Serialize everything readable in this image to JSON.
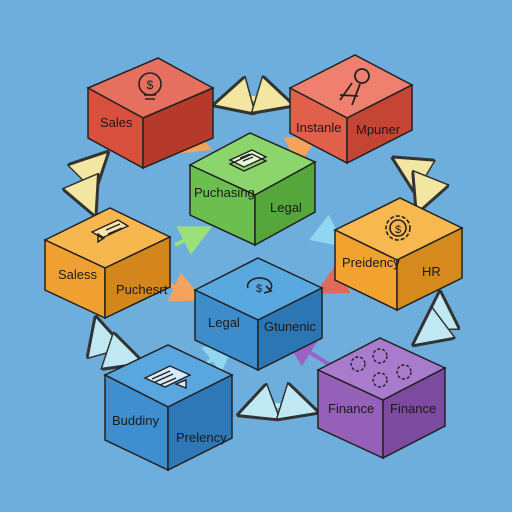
{
  "blocks": {
    "sales": {
      "front": "Sales",
      "icon": "lightbulb-dollar-icon",
      "color": "#d94f3d"
    },
    "instanle": {
      "front": "Instanle",
      "side": "Mpuner",
      "icon": "handshake-icon",
      "color": "#e0604a"
    },
    "purchasing": {
      "front": "Puchasing",
      "side": "Legal",
      "icon": "document-stack-icon",
      "color": "#6cbf4f"
    },
    "saless": {
      "front": "Saless",
      "side": "Puchesrt",
      "icon": "clipboard-checklist-icon",
      "color": "#f0a030"
    },
    "preidency": {
      "front": "Preidency",
      "side": "HR",
      "icon": "gear-dollar-icon",
      "color": "#f2a22e"
    },
    "legal": {
      "front": "Legal",
      "side": "Gtunenic",
      "icon": "dollar-cycle-icon",
      "color": "#3d8ccc"
    },
    "buddiny": {
      "front": "Buddiny",
      "side": "Prelency",
      "icon": "monitor-chart-icon",
      "color": "#3f8fd0"
    },
    "finance": {
      "front": "Finance",
      "side": "Finance",
      "icon": "gears-icon",
      "color": "#9560b8"
    }
  },
  "colors": {
    "background": "#6eaedc",
    "arrow_yellow": "#f3e6a0",
    "arrow_cyan": "#bfe8f2"
  }
}
